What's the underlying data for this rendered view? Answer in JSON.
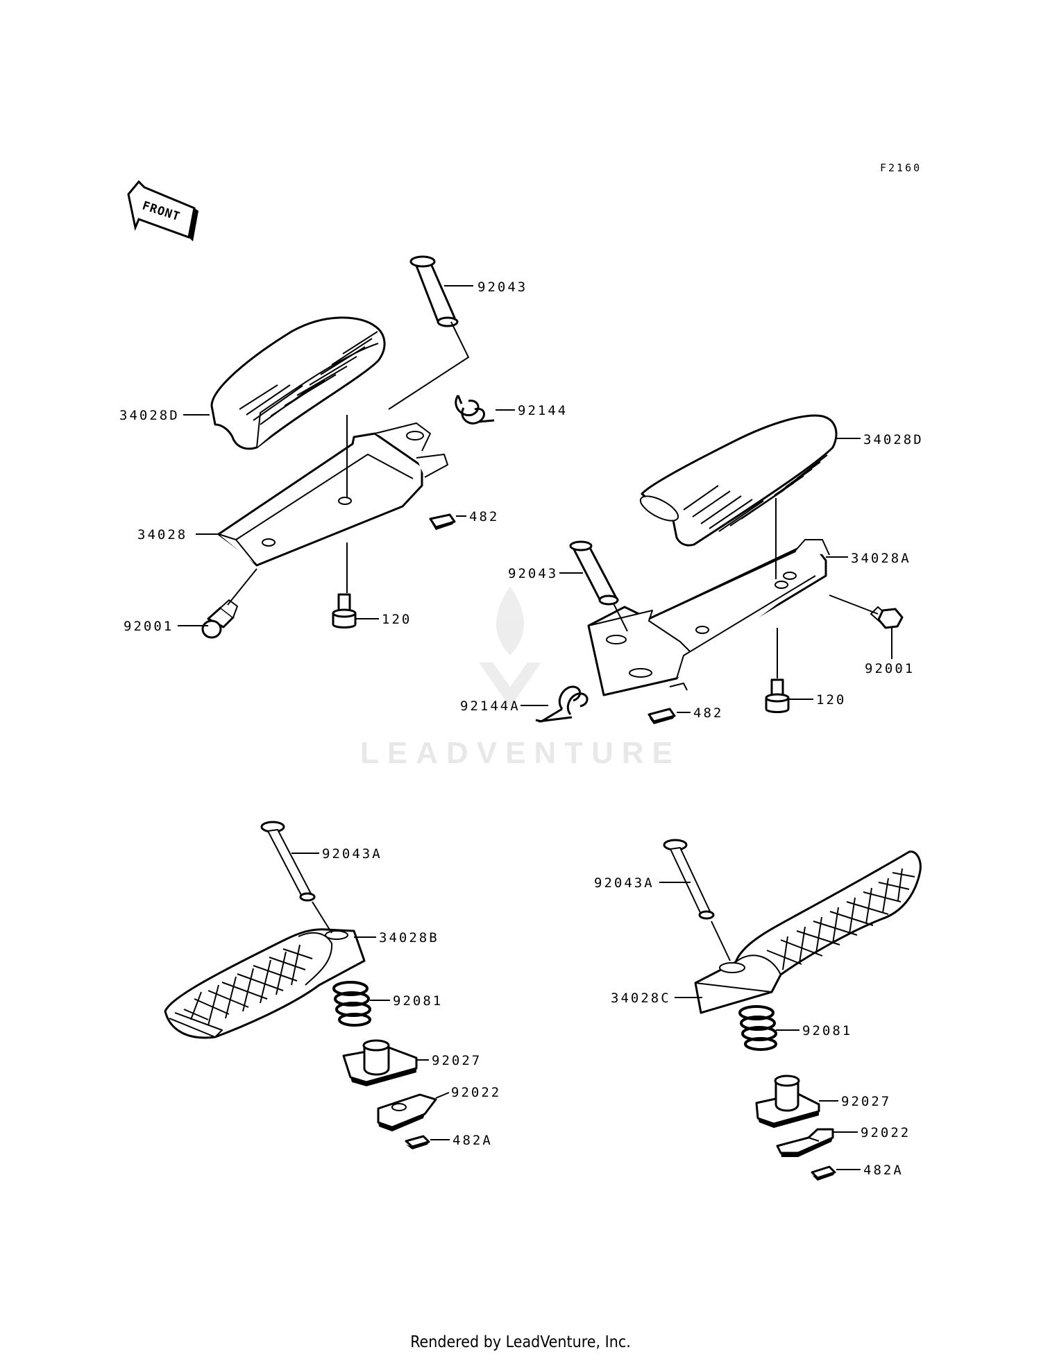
{
  "diagram": {
    "code": "F2160",
    "front_label": "FRONT",
    "watermark": "LEADVENTURE",
    "footer": "Rendered by LeadVenture, Inc.",
    "callouts": {
      "g1_92043": "92043",
      "g1_92144": "92144",
      "g1_34028D": "34028D",
      "g1_34028": "34028",
      "g1_482": "482",
      "g1_92001": "92001",
      "g1_120": "120",
      "g2_34028D": "34028D",
      "g2_34028A": "34028A",
      "g2_92043": "92043",
      "g2_92001": "92001",
      "g2_92144A": "92144A",
      "g2_120": "120",
      "g2_482": "482",
      "g3_92043A": "92043A",
      "g3_34028B": "34028B",
      "g3_92081": "92081",
      "g3_92027": "92027",
      "g3_92022": "92022",
      "g3_482A": "482A",
      "g4_92043A": "92043A",
      "g4_34028C": "34028C",
      "g4_92081": "92081",
      "g4_92027": "92027",
      "g4_92022": "92022",
      "g4_482A": "482A"
    }
  }
}
